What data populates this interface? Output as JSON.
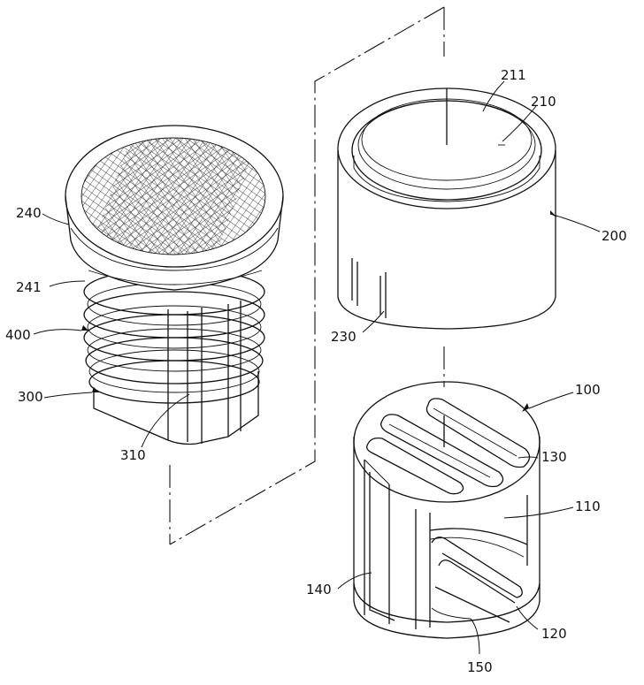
{
  "labels": {
    "l240": "240",
    "l241": "241",
    "l400": "400",
    "l300": "300",
    "l310": "310",
    "l211": "211",
    "l210": "210",
    "l200": "200",
    "l230": "230",
    "l100": "100",
    "l130": "130",
    "l110": "110",
    "l140": "140",
    "l120": "120",
    "l150": "150"
  },
  "colors": {
    "line": "#111111",
    "background": "#ffffff"
  }
}
